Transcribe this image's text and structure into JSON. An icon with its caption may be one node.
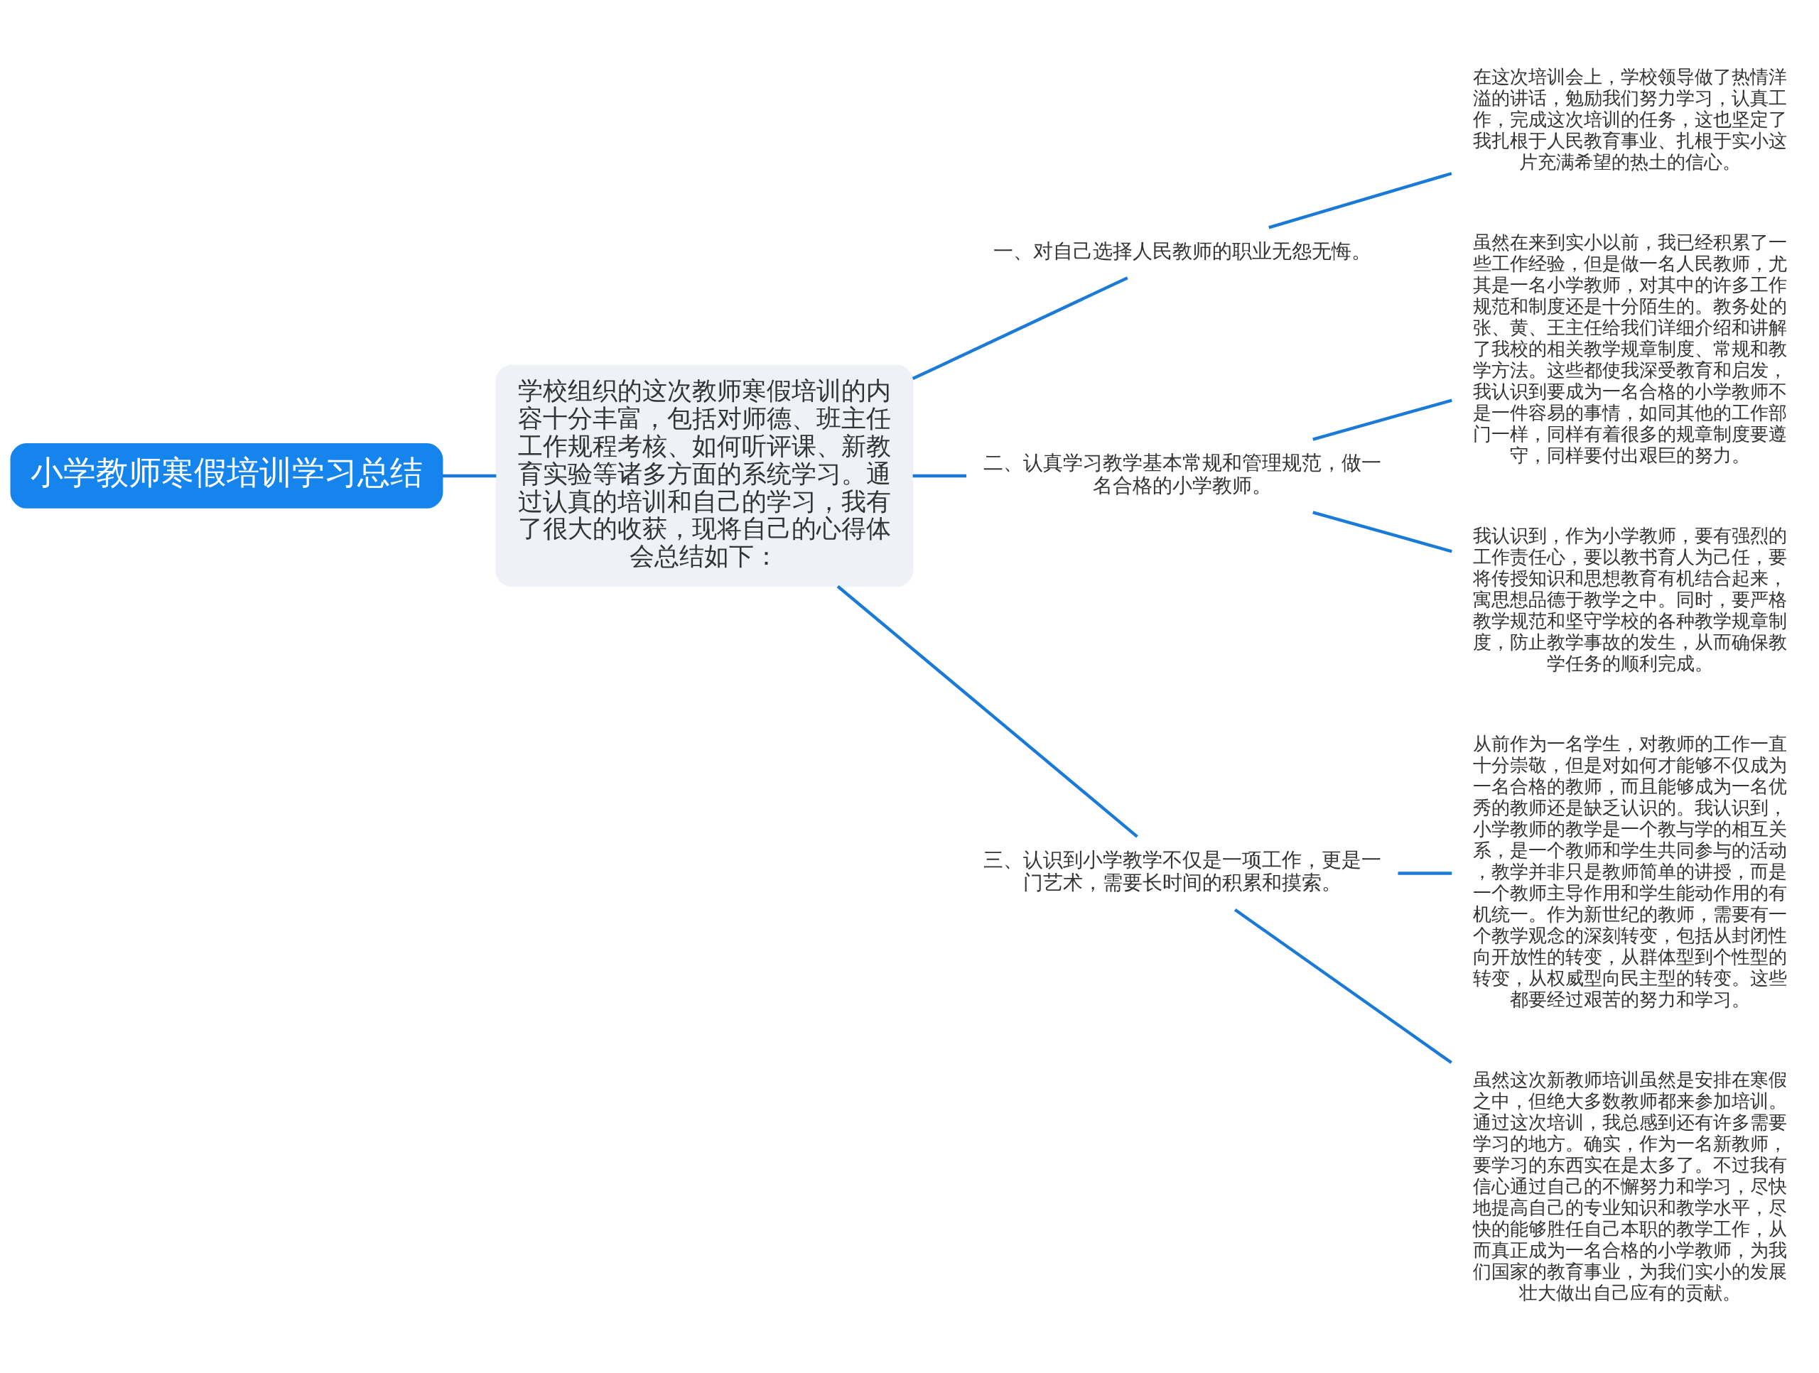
{
  "diagram": {
    "nodes": [
      {
        "text": [
          "小学教师寒假培训学习总结"
        ]
      },
      {
        "text": [
          "学校组织的这次教师寒假培训的内容十分丰富，包括对师德、班主任工作规程考核、如何听评课、新教育实验等诸多方面的系统学习。通过认真的培训和自己的学习，我有了很大的收获，现将自己的心得体会总结如下："
        ]
      },
      {
        "text": [
          "一、对自己选择人民教师的职业无怨无悔。"
        ]
      },
      {
        "text": [
          "二、认真学习教学基本常规和管理规范，做一名合格的小学教师。"
        ]
      },
      {
        "text": [
          "三、认识到小学教学不仅是一项工作，更是一门艺术，需要长时间的积累和摸索。"
        ]
      },
      {
        "text": [
          "在这次培训会上，学校领导做了热情洋溢的讲话，勉励我们努力学习，认真工作，完成这次培训的任务，这也坚定了我扎根于人民教育事业、扎根于实小这片充满希望的热土的信心。"
        ]
      },
      {
        "text": [
          "虽然在来到实小以前，我已经积累了一些工作经验，但是做一名人民教师，尤其是一名小学教师，对其中的许多工作规范和制度还是十分陌生的。教务处的张、黄、王主任给我们详细介绍和讲解了我校的相关教学规章制度、常规和教学方法。这些都使我深受教育和启发，我认识到要成为一名合格的小学教师不是一件容易的事情，如同其他的工作部门一样，同样有着很多的规章制度要遵守，同样要付出艰巨的努力。"
        ]
      },
      {
        "text": [
          "我认识到，作为小学教师，要有强烈的工作责任心，要以教书育人为己任，要将传授知识和思想教育有机结合起来，寓思想品德于教学之中。同时，要严格教学规范和坚守学校的各种教学规章制度，防止教学事故的发生，从而确保教学任务的顺利完成。"
        ]
      },
      {
        "text": [
          "从前作为一名学生，对教师的工作一直十分崇敬，但是对如何才能够不仅成为一名合格的教师，而且能够成为一名优秀的教师还是缺乏认识的。我认识到，小学教师的教学是一个教与学的相互关系，是一个教师和学生共同参与的活动，教学并非只是教师简单的讲授，而是一个教师主导作用和学生能动作用的有机统一。作为新世纪的教师，需要有一个教学观念的深刻转变，包括从封闭性向开放性的转变，从群体型到个性型的转变，从权威型向民主型的转变。这些都要经过艰苦的努力和学习。"
        ]
      },
      {
        "text": [
          "虽然这次新教师培训虽然是安排在寒假之中，但绝大多数教师都来参加培训。通过这次培训，我总感到还有许多需要学习的地方。确实，作为一名新教师，要学习的东西实在是太多了。不过我有信心通过自己的不懈努力和学习，尽快地提高自己的专业知识和教学水平，尽快的能够胜任自己本职的教学工作，从而真正成为一名合格的小学教师，为我们国家的教育事业，为我们实小的发展壮大做出自己应有的贡献。"
        ]
      }
    ],
    "edges": [
      {
        "from": 0,
        "to": 1,
        "arrow": "none"
      },
      {
        "from": 1,
        "to": 2,
        "arrow": "none"
      },
      {
        "from": 1,
        "to": 3,
        "arrow": "none"
      },
      {
        "from": 1,
        "to": 4,
        "arrow": "none"
      },
      {
        "from": 2,
        "to": 5,
        "arrow": "none"
      },
      {
        "from": 3,
        "to": 6,
        "arrow": "none"
      },
      {
        "from": 3,
        "to": 7,
        "arrow": "none"
      },
      {
        "from": 4,
        "to": 8,
        "arrow": "none"
      },
      {
        "from": 4,
        "to": 9,
        "arrow": "none"
      }
    ]
  }
}
